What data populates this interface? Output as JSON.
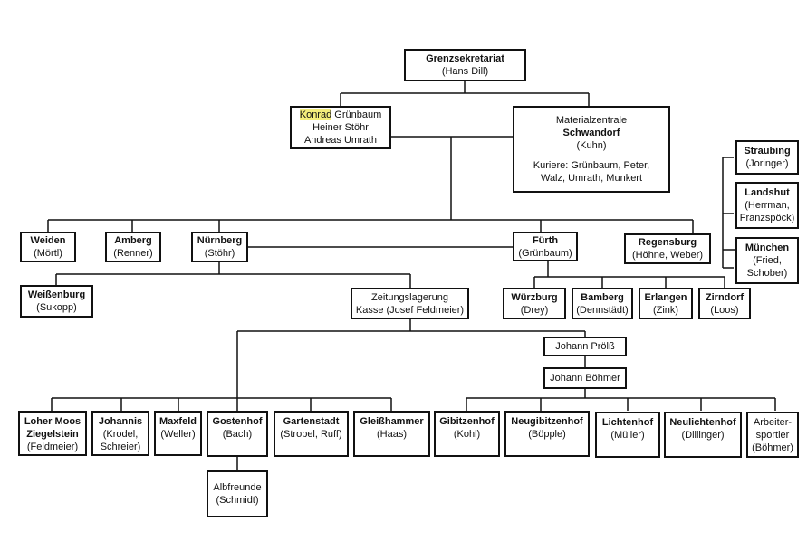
{
  "title": "Grenzsekretariat organization chart",
  "highlight_color": "#f3ec7a",
  "nodes": {
    "grenz": {
      "title": "Grenzsekretariat",
      "sub": "(Hans Dill)"
    },
    "leaders": {
      "highlight": "Konrad",
      "line1_rest": " Grünbaum",
      "line2": "Heiner Stöhr",
      "line3": "Andreas Umrath"
    },
    "material": {
      "line1": "Materialzentrale",
      "title": "Schwandorf",
      "sub": "(Kuhn)",
      "couriers1": "Kuriere: Grünbaum, Peter,",
      "couriers2": "Walz, Umrath, Munkert"
    },
    "straubing": {
      "title": "Straubing",
      "sub": "(Joringer)"
    },
    "landshut": {
      "title": "Landshut",
      "sub1": "(Herrman,",
      "sub2": "Franzspöck)"
    },
    "muenchen": {
      "title": "München",
      "sub1": "(Fried,",
      "sub2": "Schober)"
    },
    "weiden": {
      "title": "Weiden",
      "sub": "(Mörtl)"
    },
    "amberg": {
      "title": "Amberg",
      "sub": "(Renner)"
    },
    "nuernberg": {
      "title": "Nürnberg",
      "sub": "(Stöhr)"
    },
    "fuerth": {
      "title": "Fürth",
      "sub": "(Grünbaum)"
    },
    "regensburg": {
      "title": "Regensburg",
      "sub": "(Höhne, Weber)"
    },
    "weissenburg": {
      "title": "Weißenburg",
      "sub": "(Sukopp)"
    },
    "zeitung": {
      "line1": "Zeitungslagerung",
      "line2": "Kasse (Josef Feldmeier)"
    },
    "wuerzburg": {
      "title": "Würzburg",
      "sub": "(Drey)"
    },
    "bamberg": {
      "title": "Bamberg",
      "sub": "(Dennstädt)"
    },
    "erlangen": {
      "title": "Erlangen",
      "sub": "(Zink)"
    },
    "zirndorf": {
      "title": "Zirndorf",
      "sub": "(Loos)"
    },
    "proess": {
      "line1": "Johann Prölß"
    },
    "boehmer": {
      "line1": "Johann Böhmer"
    },
    "lohermoos": {
      "title1": "Loher Moos",
      "title2": "Ziegelstein",
      "sub": "(Feldmeier)"
    },
    "johannis": {
      "title": "Johannis",
      "sub1": "(Krodel,",
      "sub2": "Schreier)"
    },
    "maxfeld": {
      "title": "Maxfeld",
      "sub": "(Weller)"
    },
    "gostenhof": {
      "title": "Gostenhof",
      "sub": "(Bach)"
    },
    "gartenstadt": {
      "title": "Gartenstadt",
      "sub": "(Strobel, Ruff)"
    },
    "gleisshammer": {
      "title": "Gleißhammer",
      "sub": "(Haas)"
    },
    "albfreunde": {
      "line1": "Albfreunde",
      "line2": "(Schmidt)"
    },
    "gibitzenhof": {
      "title": "Gibitzenhof",
      "sub": "(Kohl)"
    },
    "neugibitzenhof": {
      "title": "Neugibitzenhof",
      "sub": "(Böpple)"
    },
    "lichtenhof": {
      "title": "Lichtenhof",
      "sub": "(Müller)"
    },
    "neulichtenhof": {
      "title": "Neulichtenhof",
      "sub": "(Dillinger)"
    },
    "arbeitersportler": {
      "line1": "Arbeiter-",
      "line2": "sportler",
      "line3": "(Böhmer)"
    }
  }
}
